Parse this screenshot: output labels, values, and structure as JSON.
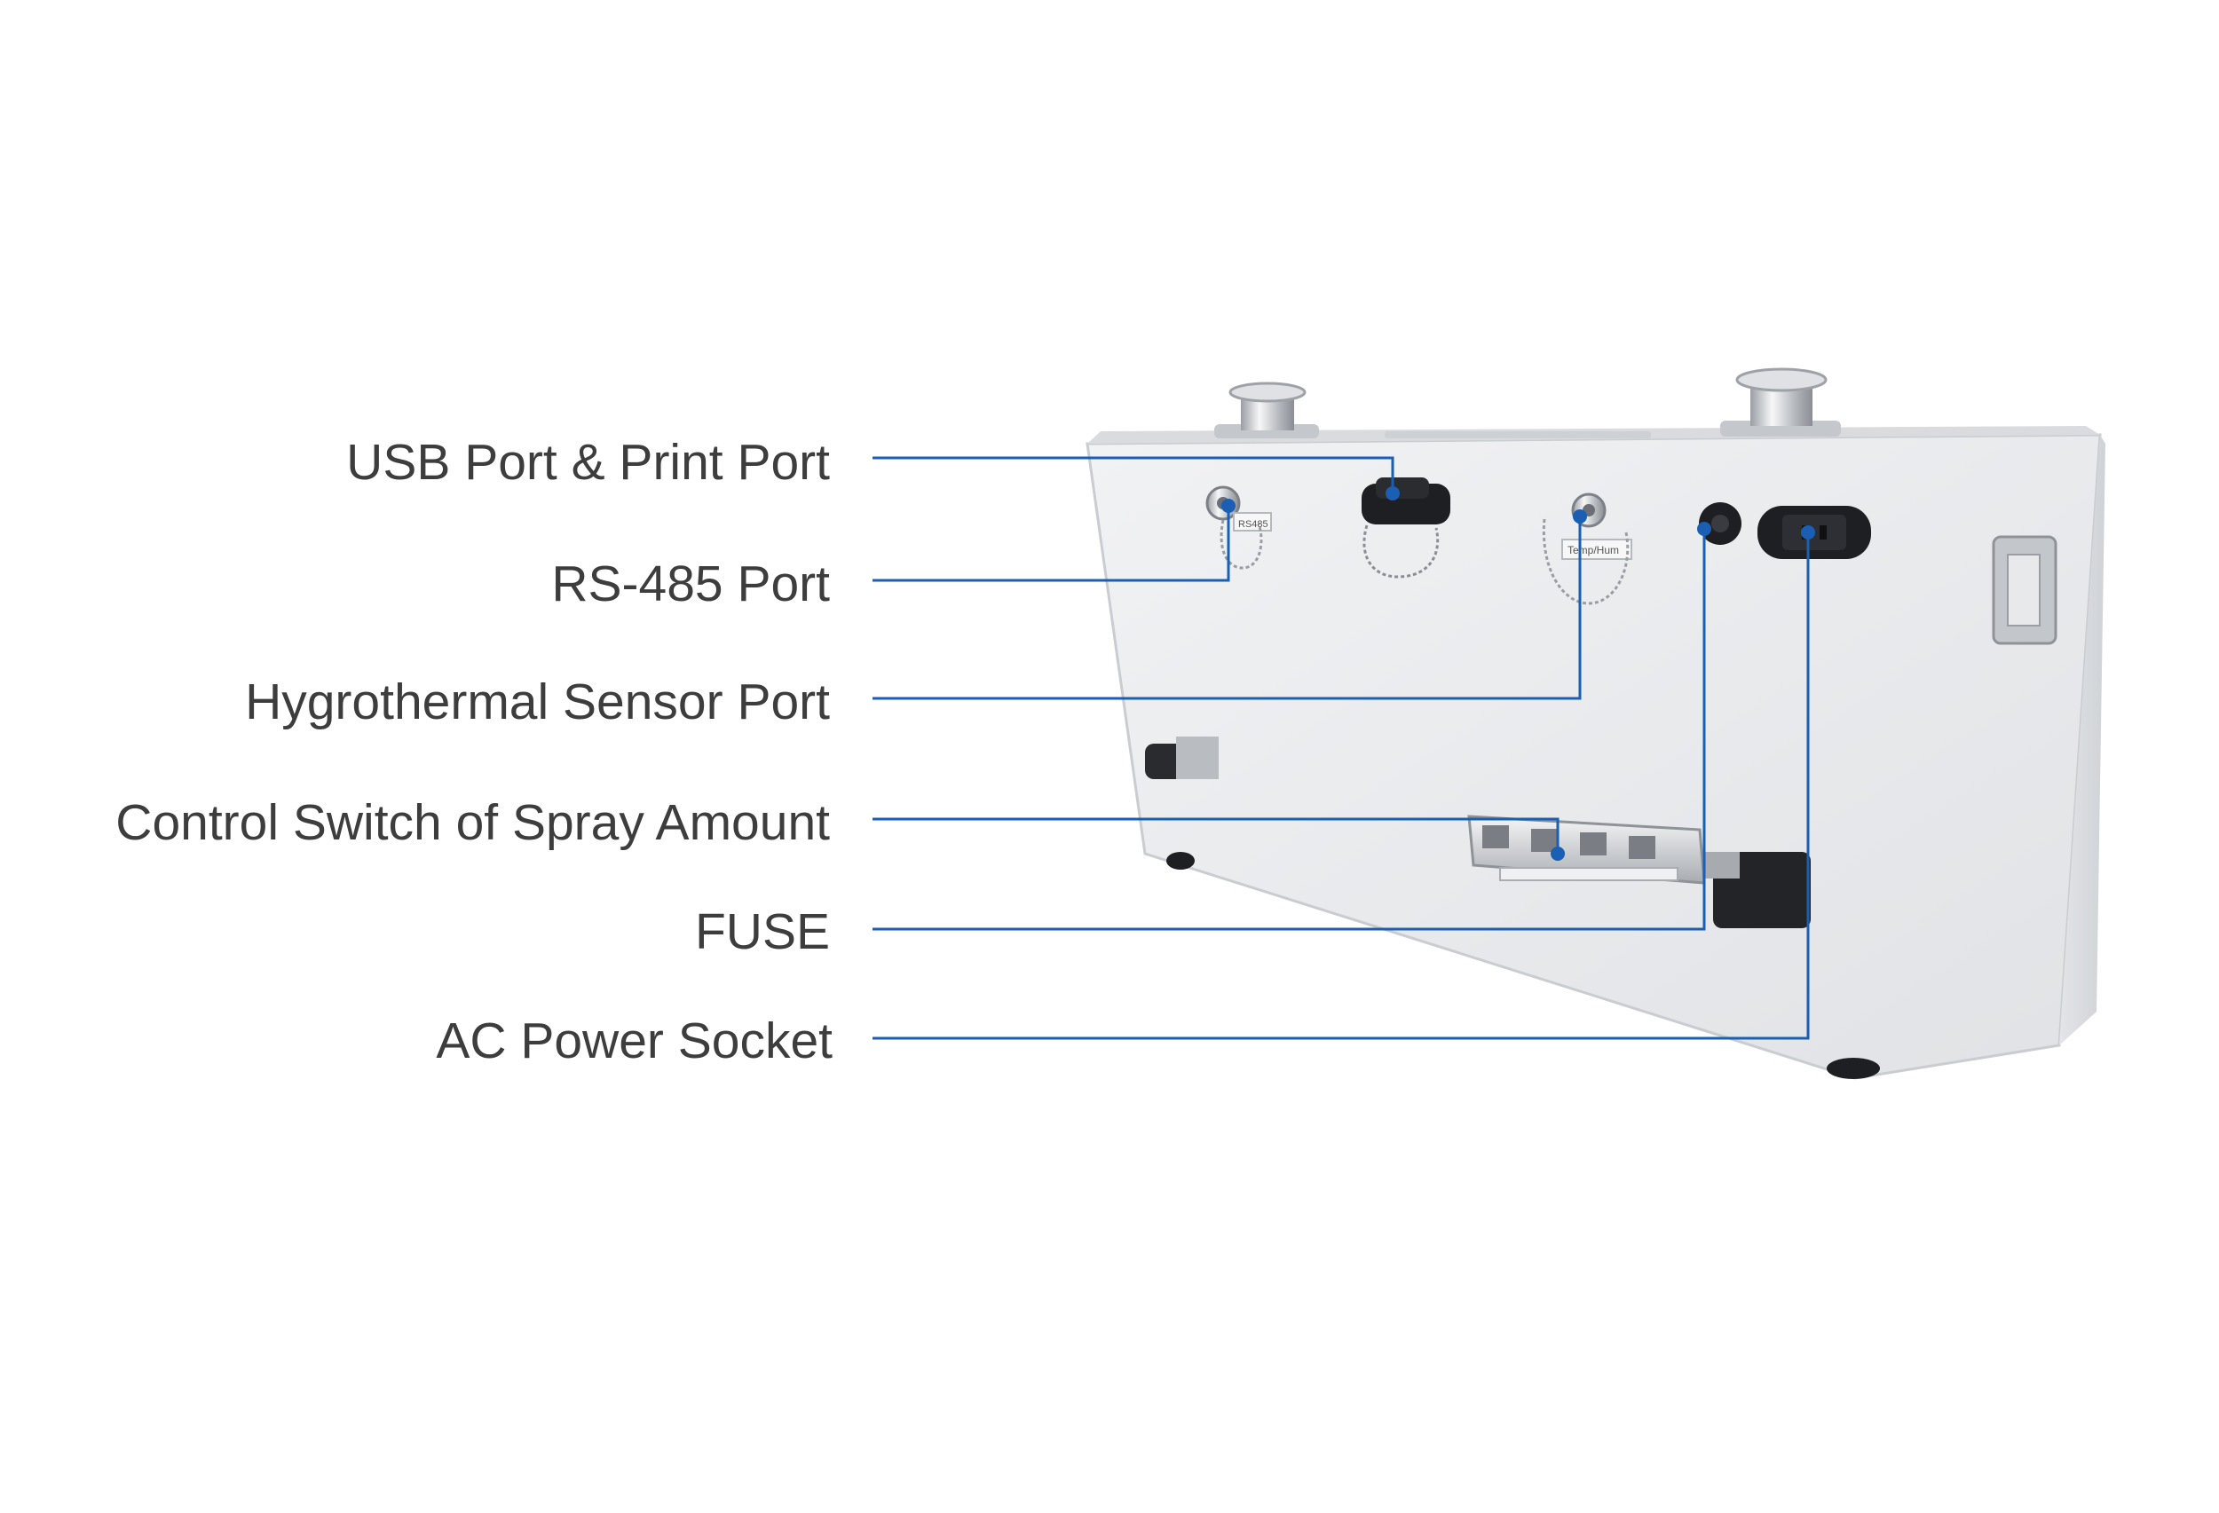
{
  "colors": {
    "background": "#ffffff",
    "leader_line": "#1a5fb4",
    "leader_dot": "#1a5fb4",
    "label_text": "#3d3d3d",
    "device_body": "#e7e8ea",
    "device_front": "#ecedef",
    "device_side": "#d6d8db"
  },
  "callouts": [
    {
      "id": "usb-print",
      "label": "USB Port & Print Port"
    },
    {
      "id": "rs485",
      "label": "RS-485 Port"
    },
    {
      "id": "hygro",
      "label": "Hygrothermal Sensor Port"
    },
    {
      "id": "spray",
      "label": "Control Switch of Spray Amount"
    },
    {
      "id": "fuse",
      "label": "FUSE"
    },
    {
      "id": "ac",
      "label": "AC Power Socket"
    }
  ],
  "device": {
    "photo_labels": {
      "rs485_tag": "RS485",
      "hygro_tag": "Temp/Hum"
    },
    "icons": [
      "rs485-connector-icon",
      "usb-print-connector-icon",
      "sensor-connector-icon",
      "fuse-holder-icon",
      "ac-socket-icon",
      "spray-switch-icon"
    ]
  }
}
